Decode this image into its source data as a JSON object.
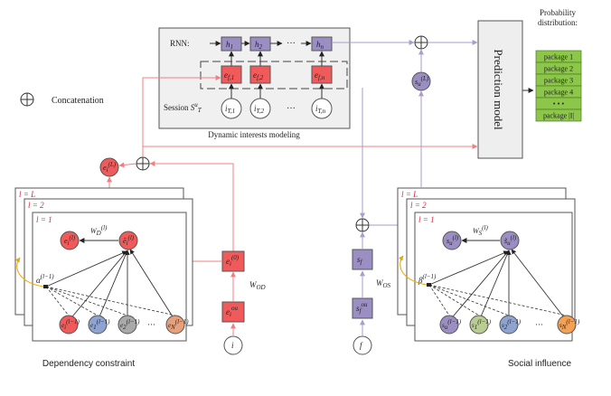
{
  "legend": {
    "concat_label": "Concatenation"
  },
  "dynamic": {
    "title": "Dynamic interests modeling",
    "rnn_label": "RNN:",
    "dots": "···",
    "hidden": [
      "h",
      "h",
      "h"
    ],
    "hidden_subs": [
      "1",
      "2",
      "n"
    ],
    "item_emb": [
      "e",
      "e",
      "e"
    ],
    "item_emb_subs": [
      "f,1",
      "f,2",
      "f,n"
    ],
    "item_emb_sup": "u",
    "session_label": "Session",
    "session_var": "S",
    "session_sup": "u",
    "session_sub": "T",
    "session_items": [
      "i",
      "i",
      "i"
    ],
    "session_item_subs": [
      "T,1",
      "T,2",
      "T,n"
    ],
    "session_item_sup": "u"
  },
  "prediction": {
    "label": "Prediction model"
  },
  "probability": {
    "title_line1": "Probability",
    "title_line2": "distribution:",
    "items": [
      "package 1",
      "package 2",
      "package 3",
      "package 4",
      "• • •",
      "package |I|"
    ]
  },
  "dependency": {
    "caption": "Dependency constraint",
    "layers": [
      "l = L",
      "l = 2",
      "l = 1"
    ],
    "weight": "W",
    "weight_sub": "D",
    "weight_sup": "(l)",
    "alpha": "α",
    "alpha_sup": "(l−1)",
    "top_left": "e",
    "top_left_sub": "i",
    "top_left_sup": "(l)",
    "top_right": "ẽ",
    "top_right_sub": "i",
    "top_right_sup": "(l)",
    "bottom_nodes": [
      "e",
      "e",
      "e",
      "e"
    ],
    "bottom_subs": [
      "i",
      "1",
      "2",
      "N"
    ],
    "bottom_sup": "(l−1)",
    "dots": "···"
  },
  "social": {
    "caption": "Social influence",
    "layers": [
      "l = L",
      "l = 2",
      "l = 1"
    ],
    "weight": "W",
    "weight_sub": "S",
    "weight_sup": "(l)",
    "beta": "β",
    "beta_sup": "(l−1)",
    "top_left": "s",
    "top_left_sub": "u",
    "top_left_sup": "(l)",
    "top_right": "s̃",
    "top_right_sub": "u",
    "top_right_sup": "(l)",
    "bottom_nodes": [
      "s",
      "s",
      "s",
      "s"
    ],
    "bottom_subs": [
      "u",
      "1",
      "2",
      "N"
    ],
    "bottom_sup": "(l−1)",
    "dots": "···"
  },
  "item_path": {
    "input": "i",
    "ou": "e",
    "ou_sub": "i",
    "ou_sup": "ou",
    "w": "W",
    "w_sub": "OD",
    "e0": "e",
    "e0_sub": "i",
    "e0_sup": "(0)",
    "eL": "e",
    "eL_sub": "i",
    "eL_sup": "(L)"
  },
  "user_path": {
    "input": "f",
    "ou": "s",
    "ou_sub": "f",
    "ou_sup": "ou",
    "w": "W",
    "w_sub": "OS",
    "sf": "s",
    "sf_sub": "f",
    "sL": "s",
    "sL_sub": "u",
    "sL_sup": "(L)"
  },
  "colors": {
    "red_node": "#f15a5a",
    "purple_node": "#9b8ec2",
    "blue_node": "#8ea3cf",
    "green_node": "#b9cc91",
    "orange_node": "#f2a155",
    "light_orange_node": "#e8a07a",
    "package_green": "#8cc74a",
    "red_line": "#f08080",
    "purple_line": "#a99ec9",
    "gold": "#f0a800"
  }
}
